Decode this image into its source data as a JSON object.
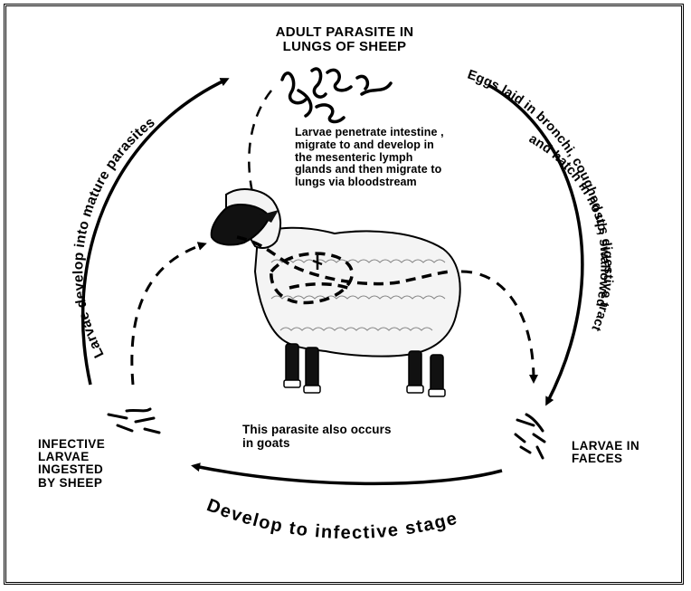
{
  "title": [
    "ADULT PARASITE IN",
    "LUNGS OF SHEEP"
  ],
  "stages": {
    "larvae_faeces": [
      "LARVAE IN",
      "FAECES"
    ],
    "infective_larvae": [
      "INFECTIVE",
      "LARVAE",
      "INGESTED",
      "BY SHEEP"
    ]
  },
  "arc_labels": {
    "right": [
      "Eggs laid in bronchi, coughed up, swallowed",
      "and hatch in host's digestive tract"
    ],
    "left": "Larvae develop into mature parasites",
    "bottom": "Develop to infective stage"
  },
  "notes": {
    "migration": [
      "Larvae penetrate intestine ,",
      "migrate to and develop in",
      "the mesenteric lymph",
      "glands and then migrate to",
      "lungs via bloodstream"
    ],
    "goats": [
      "This parasite also occurs",
      "in goats"
    ]
  }
}
